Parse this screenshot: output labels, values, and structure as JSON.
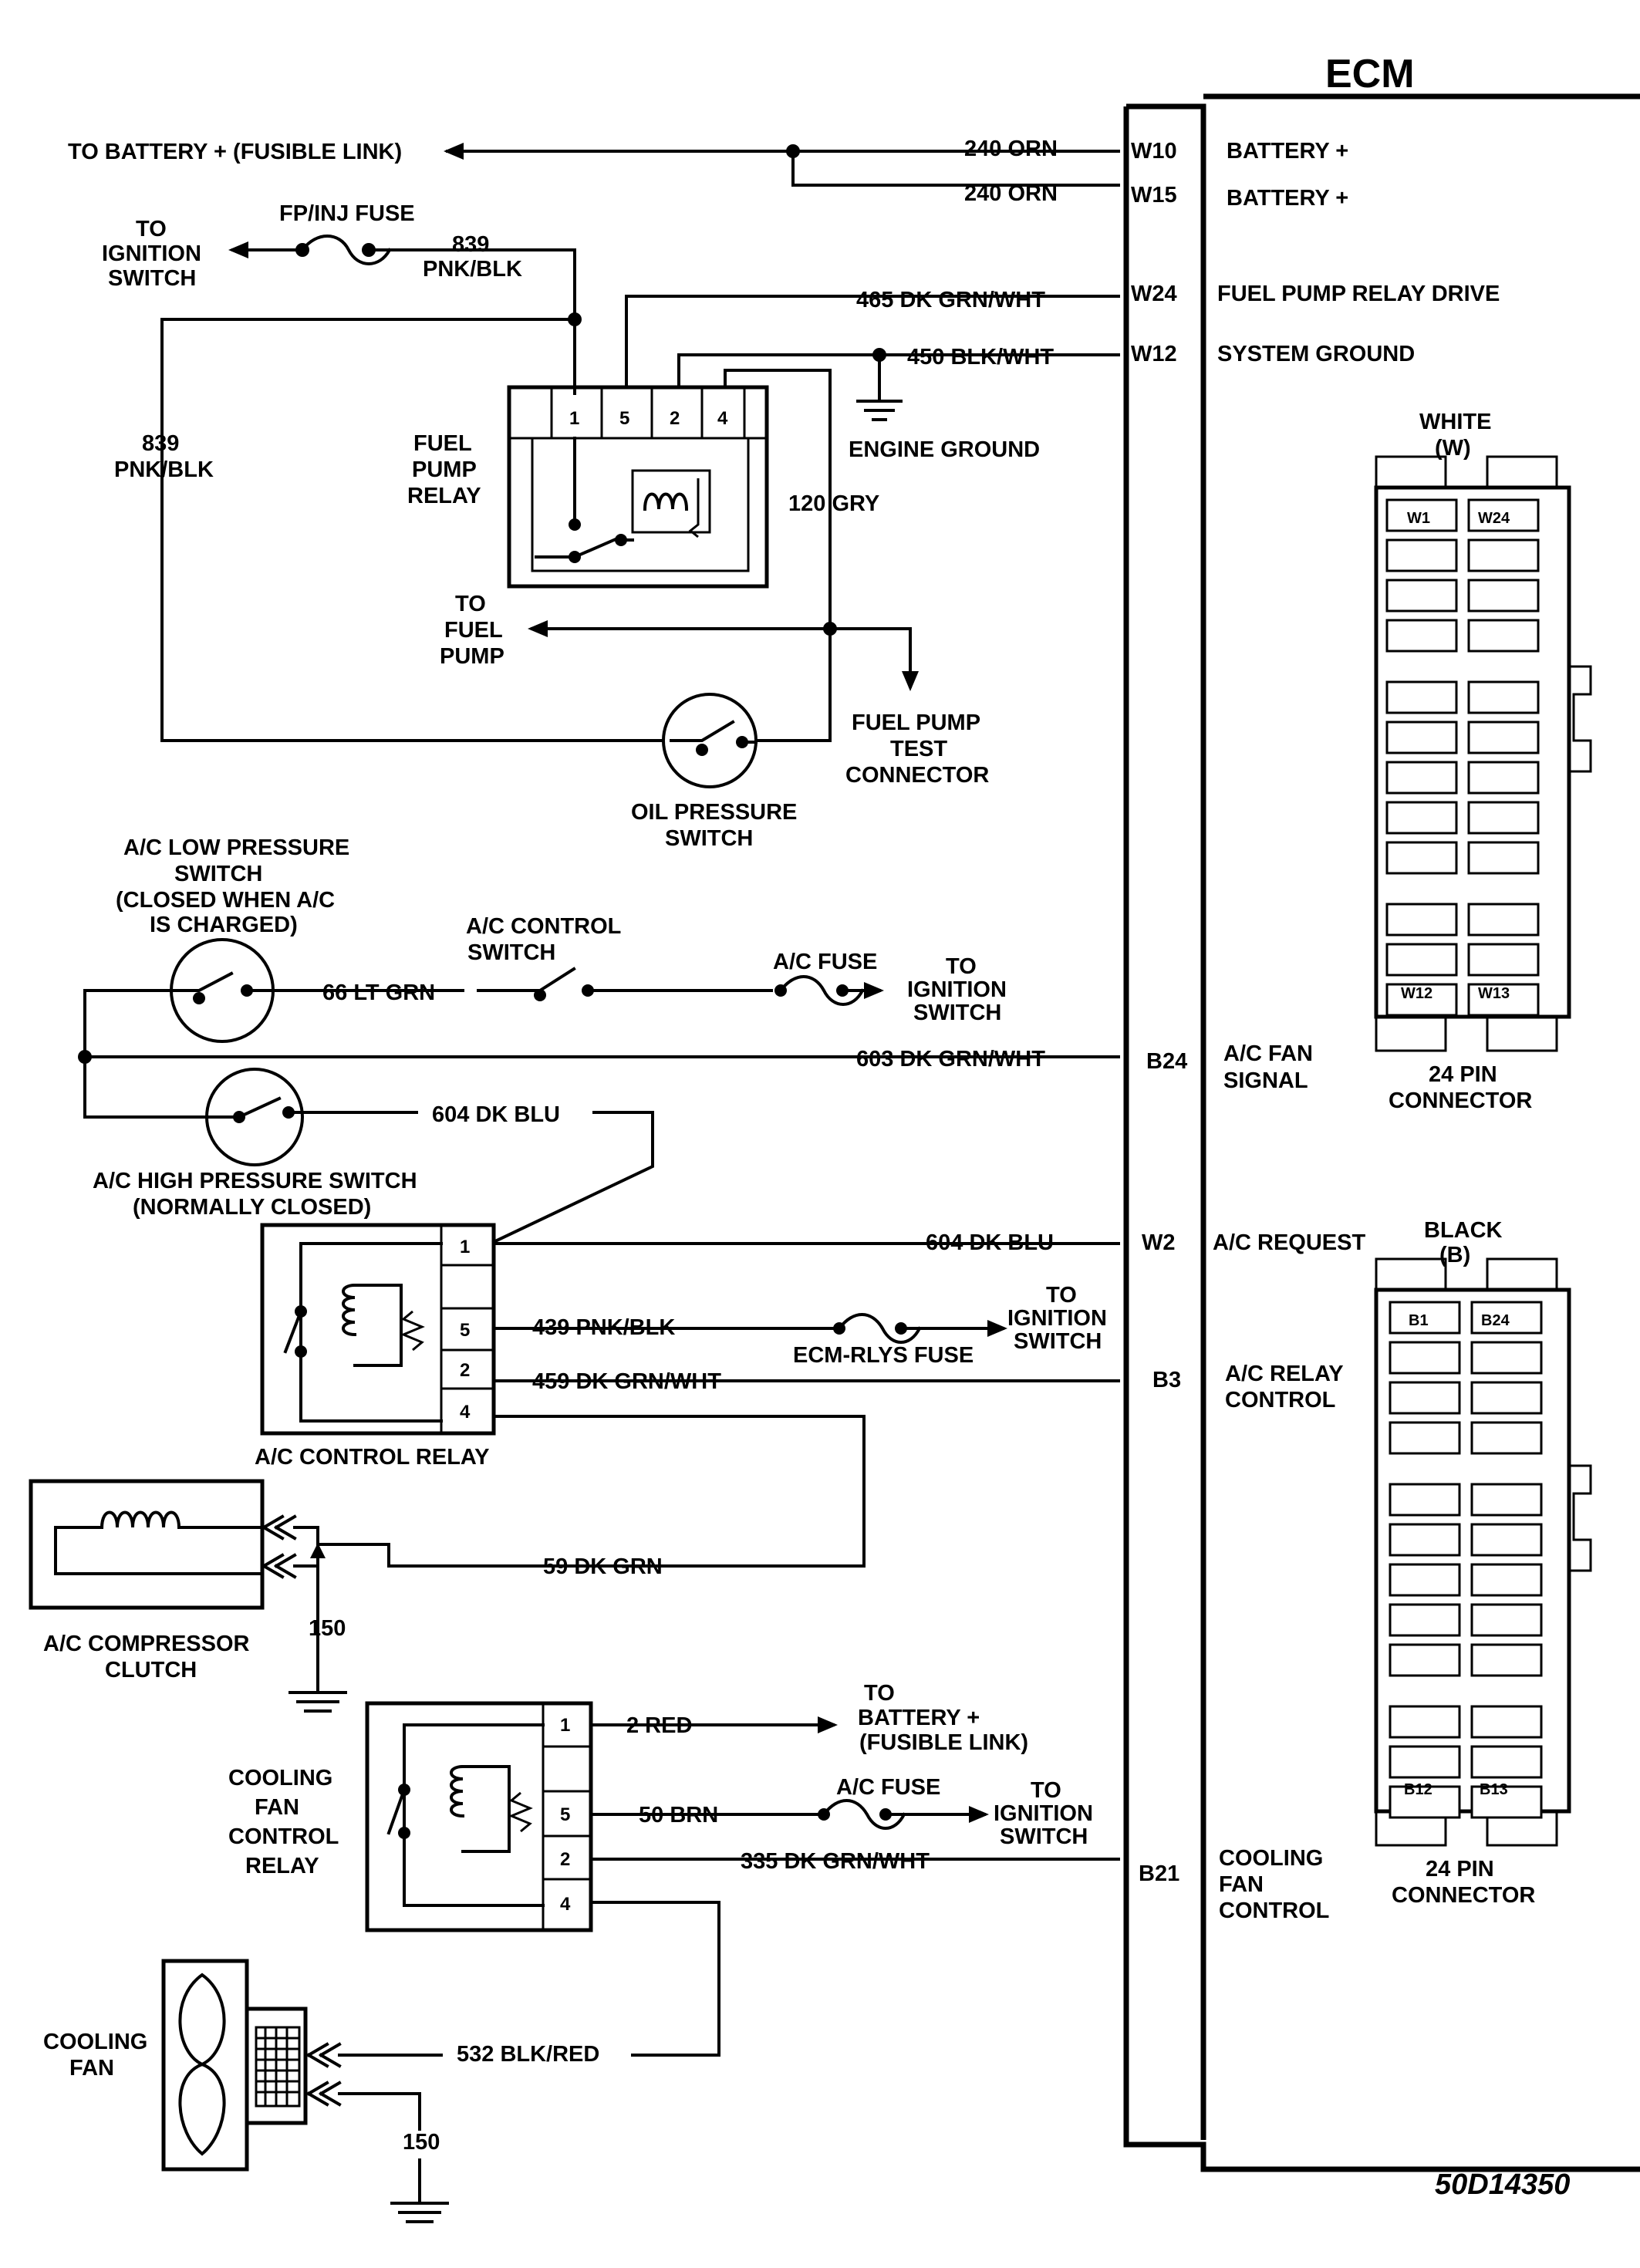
{
  "ecm": {
    "title": "ECM",
    "pins": [
      {
        "pin": "W10",
        "signal": "BATTERY +"
      },
      {
        "pin": "W15",
        "signal": "BATTERY +"
      },
      {
        "pin": "W24",
        "signal": "FUEL PUMP RELAY DRIVE"
      },
      {
        "pin": "W12",
        "signal": "SYSTEM GROUND"
      },
      {
        "pin": "B24",
        "signal": "A/C FAN",
        "signal2": "SIGNAL"
      },
      {
        "pin": "W2",
        "signal": "A/C REQUEST"
      },
      {
        "pin": "B3",
        "signal": "A/C RELAY",
        "signal2": "CONTROL"
      },
      {
        "pin": "B21",
        "signal": "COOLING",
        "signal2": "FAN",
        "signal3": "CONTROL"
      }
    ]
  },
  "wires": {
    "w240a": "240 ORN",
    "w240b": "240 ORN",
    "w465": "465  DK GRN/WHT",
    "w450": "450 BLK/WHT",
    "w839a_1": "839",
    "w839a_2": "PNK/BLK",
    "w839b_1": "839",
    "w839b_2": "PNK/BLK",
    "w120": "120 GRY",
    "w66": "66 LT GRN",
    "w603": "603  DK GRN/WHT",
    "w604a": "604  DK BLU",
    "w604b": "604  DK BLU",
    "w439": "439 PNK/BLK",
    "w459": "459  DK GRN/WHT",
    "w59": "59 DK GRN",
    "w150a": "150",
    "w2": "2  RED",
    "w50": "50  BRN",
    "w335": "335  DK GRN/WHT",
    "w532": "532  BLK/RED",
    "w150b": "150"
  },
  "labels": {
    "to_battery_top": "TO BATTERY + (FUSIBLE LINK)",
    "fpinj_fuse": "FP/INJ FUSE",
    "to_ign_1": "TO",
    "to_ign_2": "IGNITION",
    "to_ign_3": "SWITCH",
    "fp_relay_1": "FUEL",
    "fp_relay_2": "PUMP",
    "fp_relay_3": "RELAY",
    "engine_ground": "ENGINE GROUND",
    "to_fp_1": "TO",
    "to_fp_2": "FUEL",
    "to_fp_3": "PUMP",
    "fptc_1": "FUEL PUMP",
    "fptc_2": "TEST",
    "fptc_3": "CONNECTOR",
    "ops_1": "OIL PRESSURE",
    "ops_2": "SWITCH",
    "aclp_1": "A/C LOW PRESSURE",
    "aclp_2": "SWITCH",
    "aclp_3": "(CLOSED WHEN A/C",
    "aclp_4": "IS CHARGED)",
    "acsw_1": "A/C CONTROL",
    "acsw_2": "SWITCH",
    "acfuse_1": "A/C FUSE",
    "to_ign_b1": "TO",
    "to_ign_b2": "IGNITION",
    "to_ign_b3": "SWITCH",
    "achp_1": "A/C HIGH PRESSURE SWITCH",
    "achp_2": "(NORMALLY CLOSED)",
    "ecmrlys": "ECM-RLYS FUSE",
    "to_ign_c1": "TO",
    "to_ign_c2": "IGNITION",
    "to_ign_c3": "SWITCH",
    "acrelay": "A/C  CONTROL RELAY",
    "acclutch_1": "A/C COMPRESSOR",
    "acclutch_2": "CLUTCH",
    "to_bat_b1": "TO",
    "to_bat_b2": "BATTERY +",
    "to_bat_b3": "(FUSIBLE LINK)",
    "acfuse2": "A/C FUSE",
    "to_ign_d1": "TO",
    "to_ign_d2": "IGNITION",
    "to_ign_d3": "SWITCH",
    "cfr_1": "COOLING",
    "cfr_2": "FAN",
    "cfr_3": "CONTROL",
    "cfr_4": "RELAY",
    "cfan_1": "COOLING",
    "cfan_2": "FAN",
    "diagram_code": "50D14350"
  },
  "connectors": {
    "white": {
      "title": "WHITE",
      "sub": "(W)",
      "c1": "W1",
      "c2": "W24",
      "c3": "W12",
      "c4": "W13",
      "name1": "24  PIN",
      "name2": "CONNECTOR"
    },
    "black": {
      "title": "BLACK",
      "sub": "(B)",
      "c1": "B1",
      "c2": "B24",
      "c3": "B12",
      "c4": "B13",
      "name1": "24  PIN",
      "name2": "CONNECTOR"
    }
  },
  "relay_pins": {
    "fp": [
      "1",
      "5",
      "2",
      "4"
    ],
    "ac": [
      "1",
      "5",
      "2",
      "4"
    ],
    "cf": [
      "1",
      "5",
      "2",
      "4"
    ]
  }
}
